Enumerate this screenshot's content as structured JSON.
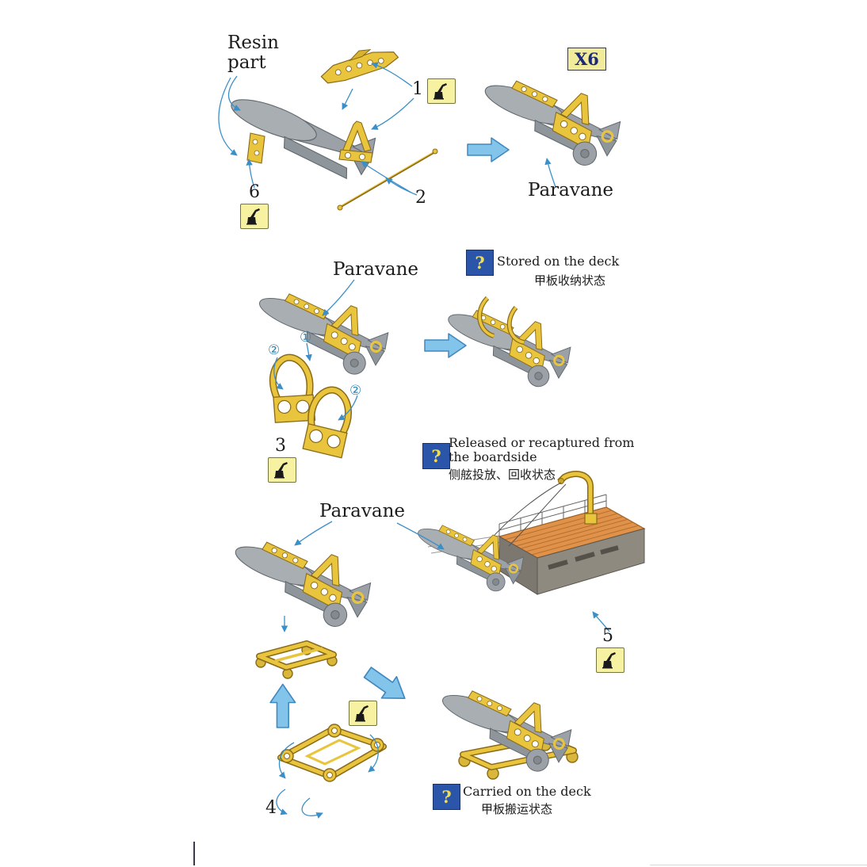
{
  "meta": {
    "type": "model-kit-instruction-sheet",
    "subject": "paravane assembly"
  },
  "palette": {
    "body_gray": "#a9aeb2",
    "pe_yellow": "#e9c43d",
    "arrow_blue": "#82c4ea",
    "leader_blue": "#3a8fc8",
    "deck_orange": "#e0924a",
    "note_blue": "#2b55a8",
    "glue_box_yellow": "#f6f2a2",
    "badge_yellow": "#f0ec9c"
  },
  "labels": {
    "resin_part": "Resin part",
    "qty_badge": "X6",
    "paravane_top": "Paravane",
    "paravane_mid": "Paravane",
    "paravane_bottom": "Paravane"
  },
  "steps": {
    "s1": "1",
    "s2": "2",
    "s3": "3",
    "s4": "4",
    "s5": "5",
    "s6": "6"
  },
  "callouts": {
    "c1": "①",
    "c2a": "②",
    "c2b": "②"
  },
  "notes": {
    "stored": {
      "q": "?",
      "en": "Stored on the deck",
      "zh": "甲板收纳状态"
    },
    "released": {
      "q": "?",
      "en_line1": "Released or recaptured from",
      "en_line2": "the boardside",
      "zh": "侧舷投放、回收状态"
    },
    "carried": {
      "q": "?",
      "en": "Carried on the deck",
      "zh": "甲板搬运状态"
    }
  }
}
